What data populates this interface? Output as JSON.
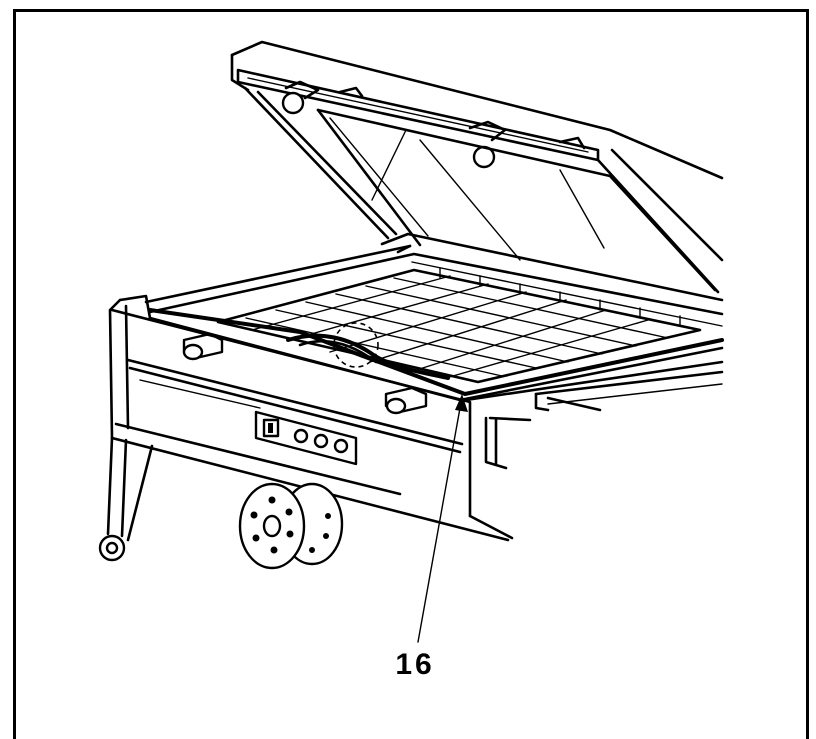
{
  "figure": {
    "callout_label": "16",
    "line_color": "#000000",
    "background_color": "#ffffff",
    "icons": [
      "sealing-machine-illustration",
      "leader-line-arrow",
      "highlight-circle"
    ]
  }
}
